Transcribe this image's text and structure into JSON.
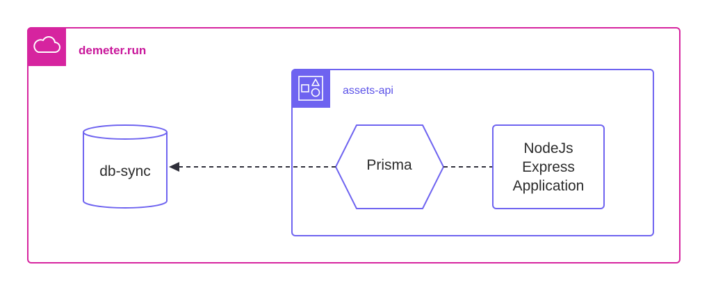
{
  "outer_group": {
    "title": "demeter.run",
    "icon": "cloud-icon",
    "color": "#d6249f"
  },
  "inner_group": {
    "title": "assets-api",
    "icon": "shapes-icon",
    "color": "#6e63f0"
  },
  "nodes": {
    "database": {
      "label": "db-sync",
      "shape": "cylinder"
    },
    "orm": {
      "label": "Prisma",
      "shape": "hexagon"
    },
    "app": {
      "label": "NodeJs\nExpress\nApplication",
      "shape": "rectangle"
    }
  },
  "edges": [
    {
      "from": "orm",
      "to": "database",
      "style": "dashed",
      "arrow": "filled"
    },
    {
      "from": "app",
      "to": "orm",
      "style": "dashed",
      "arrow": "none"
    }
  ]
}
